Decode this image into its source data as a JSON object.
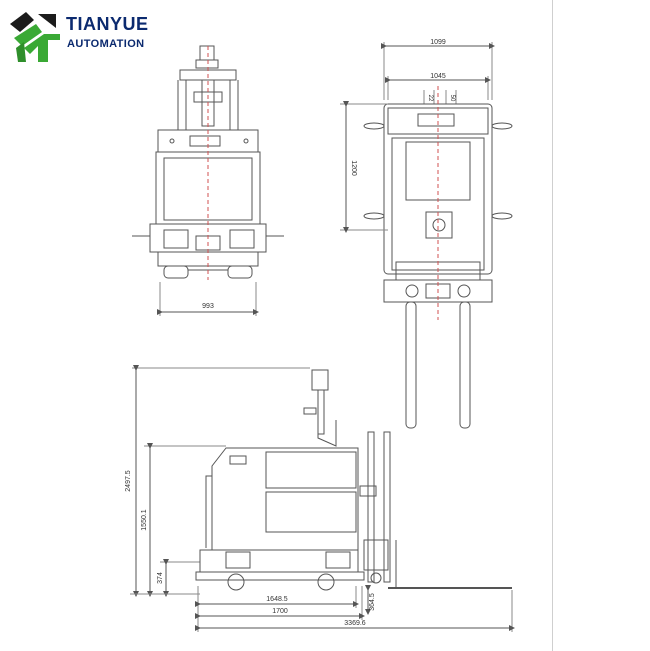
{
  "brand": {
    "name": "TIANYUE",
    "tagline": "AUTOMATION",
    "colors": {
      "green": "#3aa935",
      "blue": "#0b2a6f",
      "dark": "#1c1c1c"
    }
  },
  "front_view": {
    "width_dim": "993"
  },
  "top_view": {
    "overall_width": "1099",
    "inner_width": "1045",
    "body_length": "1200",
    "small_top_1": "22",
    "small_top_2": "50"
  },
  "side_view": {
    "overall_height": "2497.5",
    "mast_height": "1550.1",
    "chassis_height": "374",
    "fork_height": "364.5",
    "dim_1648": "1648.5",
    "dim_1700": "1700",
    "overall_length": "3369.6"
  },
  "colors": {
    "line": "#555555",
    "light": "#8a8a8a",
    "red": "#d05050"
  }
}
